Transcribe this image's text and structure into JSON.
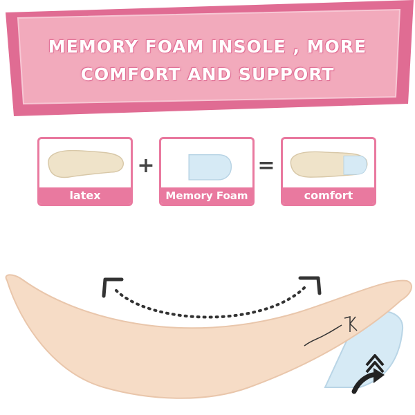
{
  "banner": {
    "title_line1": "MEMORY FOAM INSOLE , MORE",
    "title_line2": "COMFORT AND SUPPORT"
  },
  "cards": [
    {
      "label": "latex"
    },
    {
      "label": "Memory Foam"
    },
    {
      "label": "comfort"
    }
  ],
  "operators": {
    "plus": "+",
    "equals": "="
  },
  "colors": {
    "banner_bg": "#f2a9bd",
    "banner_border": "#e06c93",
    "card_accent": "#e9799f",
    "latex": "#efe3c9",
    "foam": "#d6eaf5",
    "insole": "#f6dcc6"
  },
  "icons": [
    "curved-arrow-icon",
    "double-chevron-up-icon",
    "curved-arrow-up-icon"
  ]
}
